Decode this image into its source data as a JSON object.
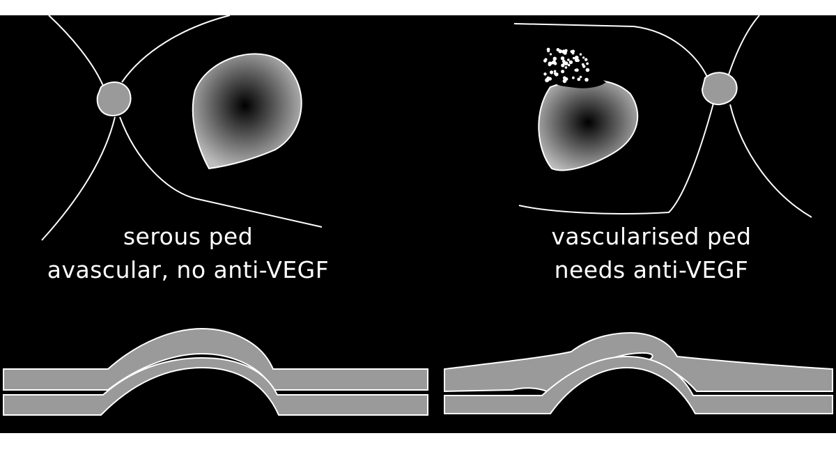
{
  "diagram": {
    "left_panel": {
      "line1": "serous ped",
      "line2": "avascular, no anti-VEGF"
    },
    "right_panel": {
      "line1": "vascularised ped",
      "line2": "needs anti-VEGF"
    }
  },
  "colors": {
    "background": "#000000",
    "page": "#ffffff",
    "layer_gray": "#9a9a9a",
    "outline": "#ffffff"
  }
}
